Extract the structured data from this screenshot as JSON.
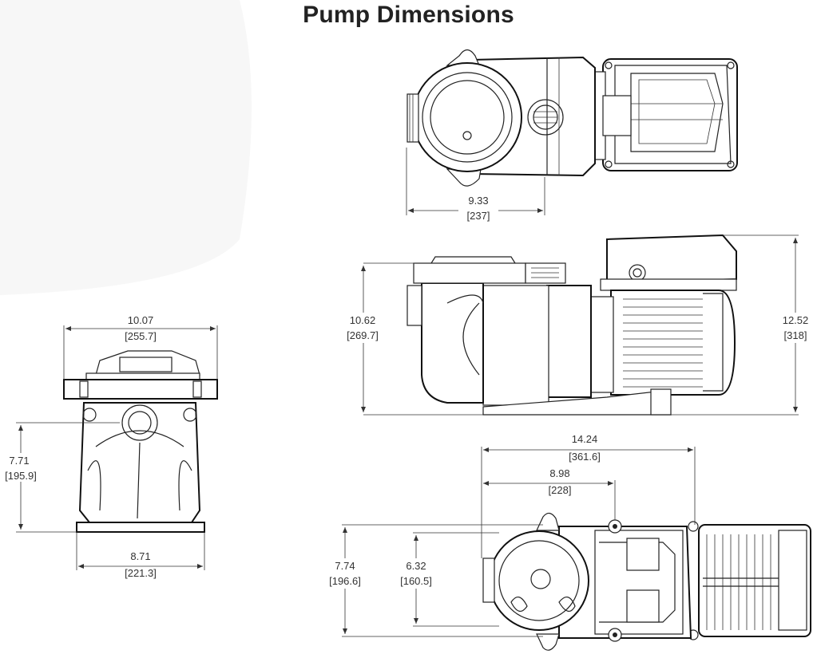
{
  "title": "Pump Dimensions",
  "views": {
    "top": {
      "width": {
        "in": "9.33",
        "mm": "[237]"
      }
    },
    "front": {
      "overall_width": {
        "in": "10.07",
        "mm": "[255.7]"
      },
      "port_height": {
        "in": "7.71",
        "mm": "[195.9]"
      },
      "base_width": {
        "in": "8.71",
        "mm": "[221.3]"
      }
    },
    "side": {
      "strainer_height": {
        "in": "10.62",
        "mm": "[269.7]"
      },
      "overall_height": {
        "in": "12.52",
        "mm": "[318]"
      }
    },
    "bottom": {
      "overall_length": {
        "in": "14.24",
        "mm": "[361.6]"
      },
      "mount_length": {
        "in": "8.98",
        "mm": "[228]"
      },
      "overall_width": {
        "in": "7.74",
        "mm": "[196.6]"
      },
      "mount_width": {
        "in": "6.32",
        "mm": "[160.5]"
      }
    }
  }
}
